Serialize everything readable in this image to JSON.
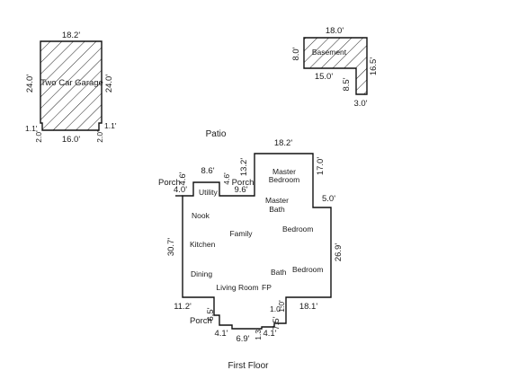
{
  "drawing_title": "First Floor",
  "garage": {
    "label": "Two Car Garage",
    "dims": {
      "top": "18.2'",
      "left": "24.0'",
      "right": "24.0'",
      "bottom": "16.0'",
      "bl_width": "1.1'",
      "bl_height": "2.0'",
      "br_width": "1.1'",
      "br_height": "2.0'"
    }
  },
  "basement": {
    "label": "Basement",
    "dims": {
      "top": "18.0'",
      "left": "8.0'",
      "right": "16.5'",
      "inner_horizontal": "15.0'",
      "inner_vertical": "8.5'",
      "bottom": "3.0'"
    }
  },
  "first_floor": {
    "patio_label": "Patio",
    "rooms": {
      "master_bedroom": "Master Bedroom",
      "master_bath": "Master Bath",
      "utility": "Utility",
      "porch_top": "Porch",
      "porch_left": "Porch",
      "porch_bottom": "Porch",
      "nook": "Nook",
      "family": "Family",
      "bedroom_upper": "Bedroom",
      "kitchen": "Kitchen",
      "dining": "Dining",
      "bath": "Bath",
      "bedroom_lower": "Bedroom",
      "living_room": "Living Room",
      "fireplace": "FP"
    },
    "dims": {
      "master_top": "18.2'",
      "master_right": "17.0'",
      "master_left": "13.2'",
      "step_top": "8.6'",
      "step_left": "4.6'",
      "porch_notch": "4.6'",
      "utility_porch_width": "9.6'",
      "porch_width": "4.0'",
      "step_right": "5.0'",
      "left_height": "30.7'",
      "right_height": "26.9'",
      "bottom_left": "11.2'",
      "bottom_right": "18.1'",
      "porch_left_height": "6.5'",
      "porch_left_run": "4.1'",
      "porch_bottom": "6.9'",
      "porch_right_run": "4.1'",
      "porch_right_small": "1.3'",
      "porch_right_height": "7.5'",
      "fp_a": "1.0'",
      "fp_b": "1.0'"
    }
  }
}
